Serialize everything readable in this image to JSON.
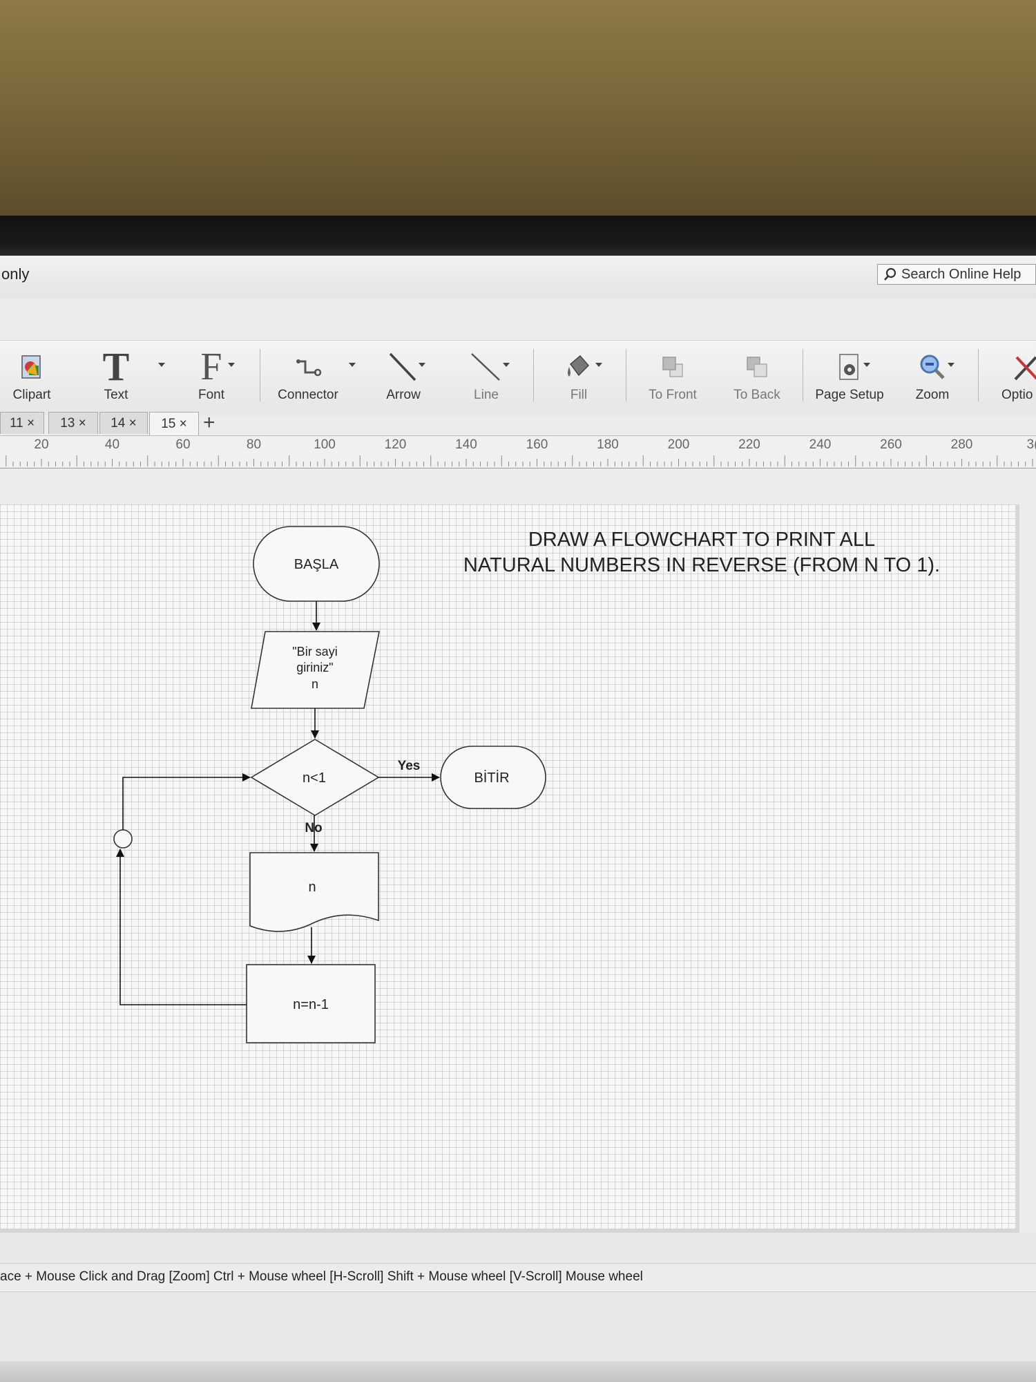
{
  "window": {
    "title": "only",
    "search_label": "Search Online Help"
  },
  "toolbar": {
    "clipart": "Clipart",
    "text": "Text",
    "font": "Font",
    "connector": "Connector",
    "arrow": "Arrow",
    "line": "Line",
    "fill": "Fill",
    "to_front": "To Front",
    "to_back": "To Back",
    "page_setup": "Page Setup",
    "zoom": "Zoom",
    "options": "Optio"
  },
  "tabs": [
    {
      "label": "11 ×"
    },
    {
      "label": "13 ×"
    },
    {
      "label": "14 ×"
    },
    {
      "label": "15 ×",
      "active": true
    }
  ],
  "tab_add": "+",
  "ruler": {
    "numbers": [
      "20",
      "40",
      "60",
      "80",
      "100",
      "120",
      "140",
      "160",
      "180",
      "200",
      "220",
      "240",
      "260",
      "280",
      "3("
    ]
  },
  "canvas": {
    "heading_line1": "DRAW A FLOWCHART TO PRINT ALL",
    "heading_line2": "NATURAL NUMBERS IN REVERSE (FROM N TO 1).",
    "start_label": "BAŞLA",
    "input_line1": "\"Bir sayi",
    "input_line2": "giriniz\"",
    "input_line3": "n",
    "decision_label": "n<1",
    "yes_label": "Yes",
    "no_label": "No",
    "end_label": "BİTİR",
    "output_label": "n",
    "process_label": "n=n-1"
  },
  "status": {
    "hint": "ace + Mouse Click and Drag  [Zoom] Ctrl + Mouse wheel  [H-Scroll] Shift + Mouse wheel  [V-Scroll] Mouse wheel"
  }
}
